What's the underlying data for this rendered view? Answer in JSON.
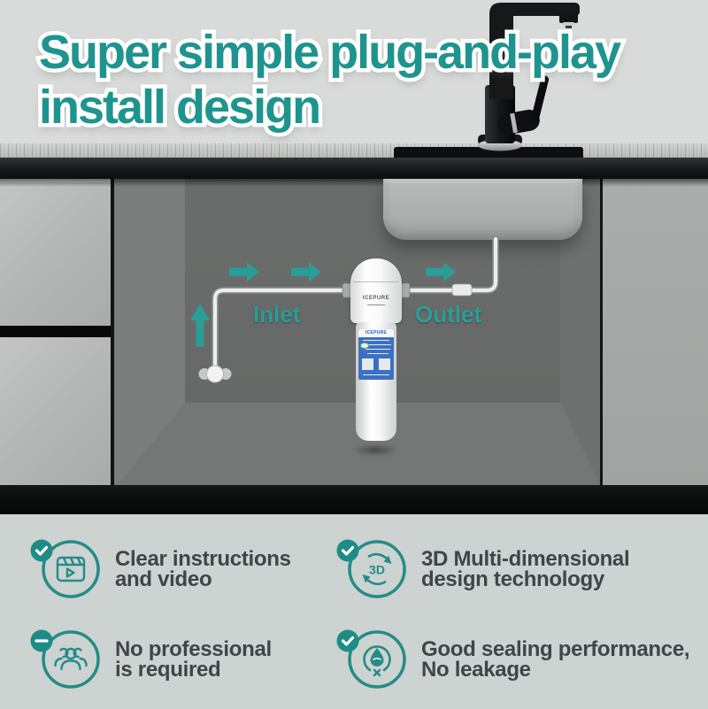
{
  "header": {
    "line1": "Super simple plug-and-play",
    "line2": "install design"
  },
  "diagram": {
    "inlet_label": "Inlet",
    "outlet_label": "Outlet",
    "filter_brand": "ICEPURE",
    "filter_label_brand": "ICEPURE"
  },
  "features": [
    {
      "icon": "clapperboard-video-icon",
      "badge": "check",
      "line1": "Clear instructions",
      "line2": "and video"
    },
    {
      "icon": "3d-rotate-icon",
      "badge": "check",
      "icon_text": "3D",
      "line1": "3D Multi-dimensional",
      "line2": "design technology"
    },
    {
      "icon": "people-group-icon",
      "badge": "minus",
      "line1": "No professional",
      "line2": "is required"
    },
    {
      "icon": "water-drop-seal-icon",
      "badge": "check",
      "line1": "Good sealing performance,",
      "line2": "No leakage"
    }
  ],
  "colors": {
    "accent_teal": "#1f948e",
    "diagram_teal": "#2a9d97",
    "icon_teal": "#268b86",
    "headline_outline": "#ffffff",
    "feature_text": "#3f4548",
    "filter_label_blue": "#3d70c0",
    "top_background": "#d9dbda",
    "bottom_background": "#ccd3d1"
  }
}
